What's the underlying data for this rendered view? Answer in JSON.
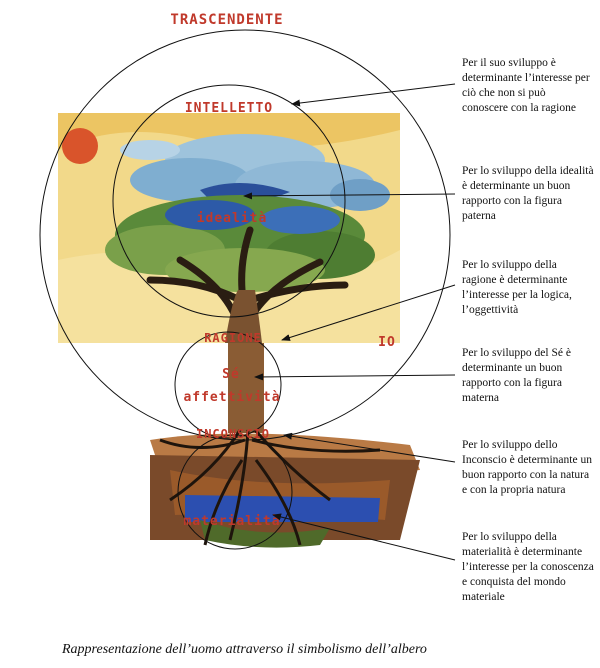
{
  "labels": {
    "top": "TRASCENDENTE",
    "intelletto": "INTELLETTO",
    "idealita": "idealità",
    "ragione": "RAGIONE",
    "io": "IO",
    "se": "Sé",
    "affettivita": "affettività",
    "inconscio": "INCONSCIO",
    "materialita": "materialità"
  },
  "annotations": [
    "Per il suo sviluppo è determinante l’interesse per ciò che non si può conoscere con la ragione",
    "Per lo sviluppo della idealità è determinante un buon rapporto con la figura paterna",
    "Per lo sviluppo della ragione è determinante l’interesse per la logica, l’oggettività",
    "Per lo sviluppo del Sé è determinante un buon rapporto con la figura materna",
    "Per lo sviluppo dello Inconscio è determinante un buon rapporto con la natura e con la propria natura",
    "Per lo sviluppo della materialità è determinante l’interesse per la conoscenza e conquista del mondo materiale"
  ],
  "caption": "Rappresentazione dell’uomo attraverso il simbolismo dell’albero",
  "colors": {
    "label_red": "#c0392b",
    "sky": "#f2d98a",
    "sun": "#d9542b",
    "cloud": "#8fb8d6",
    "foliage": "#5a8a3a",
    "trunk": "#7a5230",
    "earth": "#9a5a2a",
    "water": "#2c4fb0"
  }
}
